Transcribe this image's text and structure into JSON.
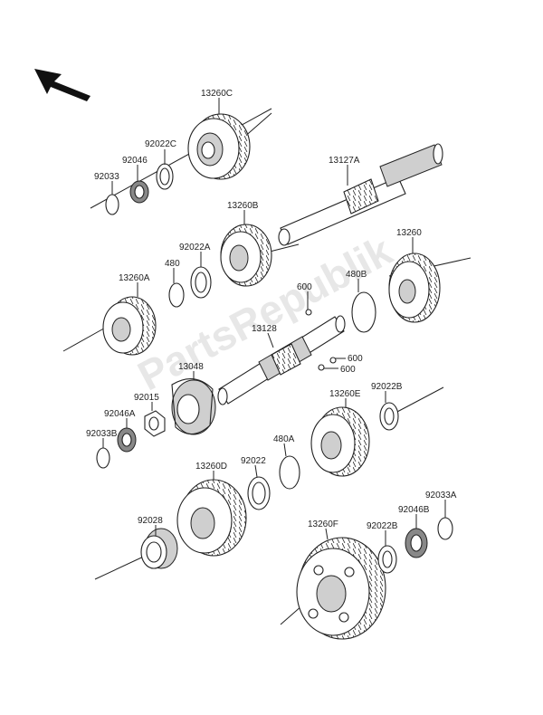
{
  "watermark": "PartsRepublik",
  "parts": {
    "13260C": "13260C",
    "92022C": "92022C",
    "92046": "92046",
    "92033": "92033",
    "13127A": "13127A",
    "13260B": "13260B",
    "92022A": "92022A",
    "480": "480",
    "13260": "13260",
    "480B": "480B",
    "600a": "600",
    "13260A": "13260A",
    "13128": "13128",
    "600b": "600",
    "600c": "600",
    "13048": "13048",
    "92015": "92015",
    "92046A": "92046A",
    "92033B": "92033B",
    "13260E": "13260E",
    "92022B": "92022B",
    "480A": "480A",
    "92022": "92022",
    "13260D": "13260D",
    "92028": "92028",
    "13260F": "13260F",
    "92022Bb": "92022B",
    "92046B": "92046B",
    "92033A": "92033A"
  }
}
